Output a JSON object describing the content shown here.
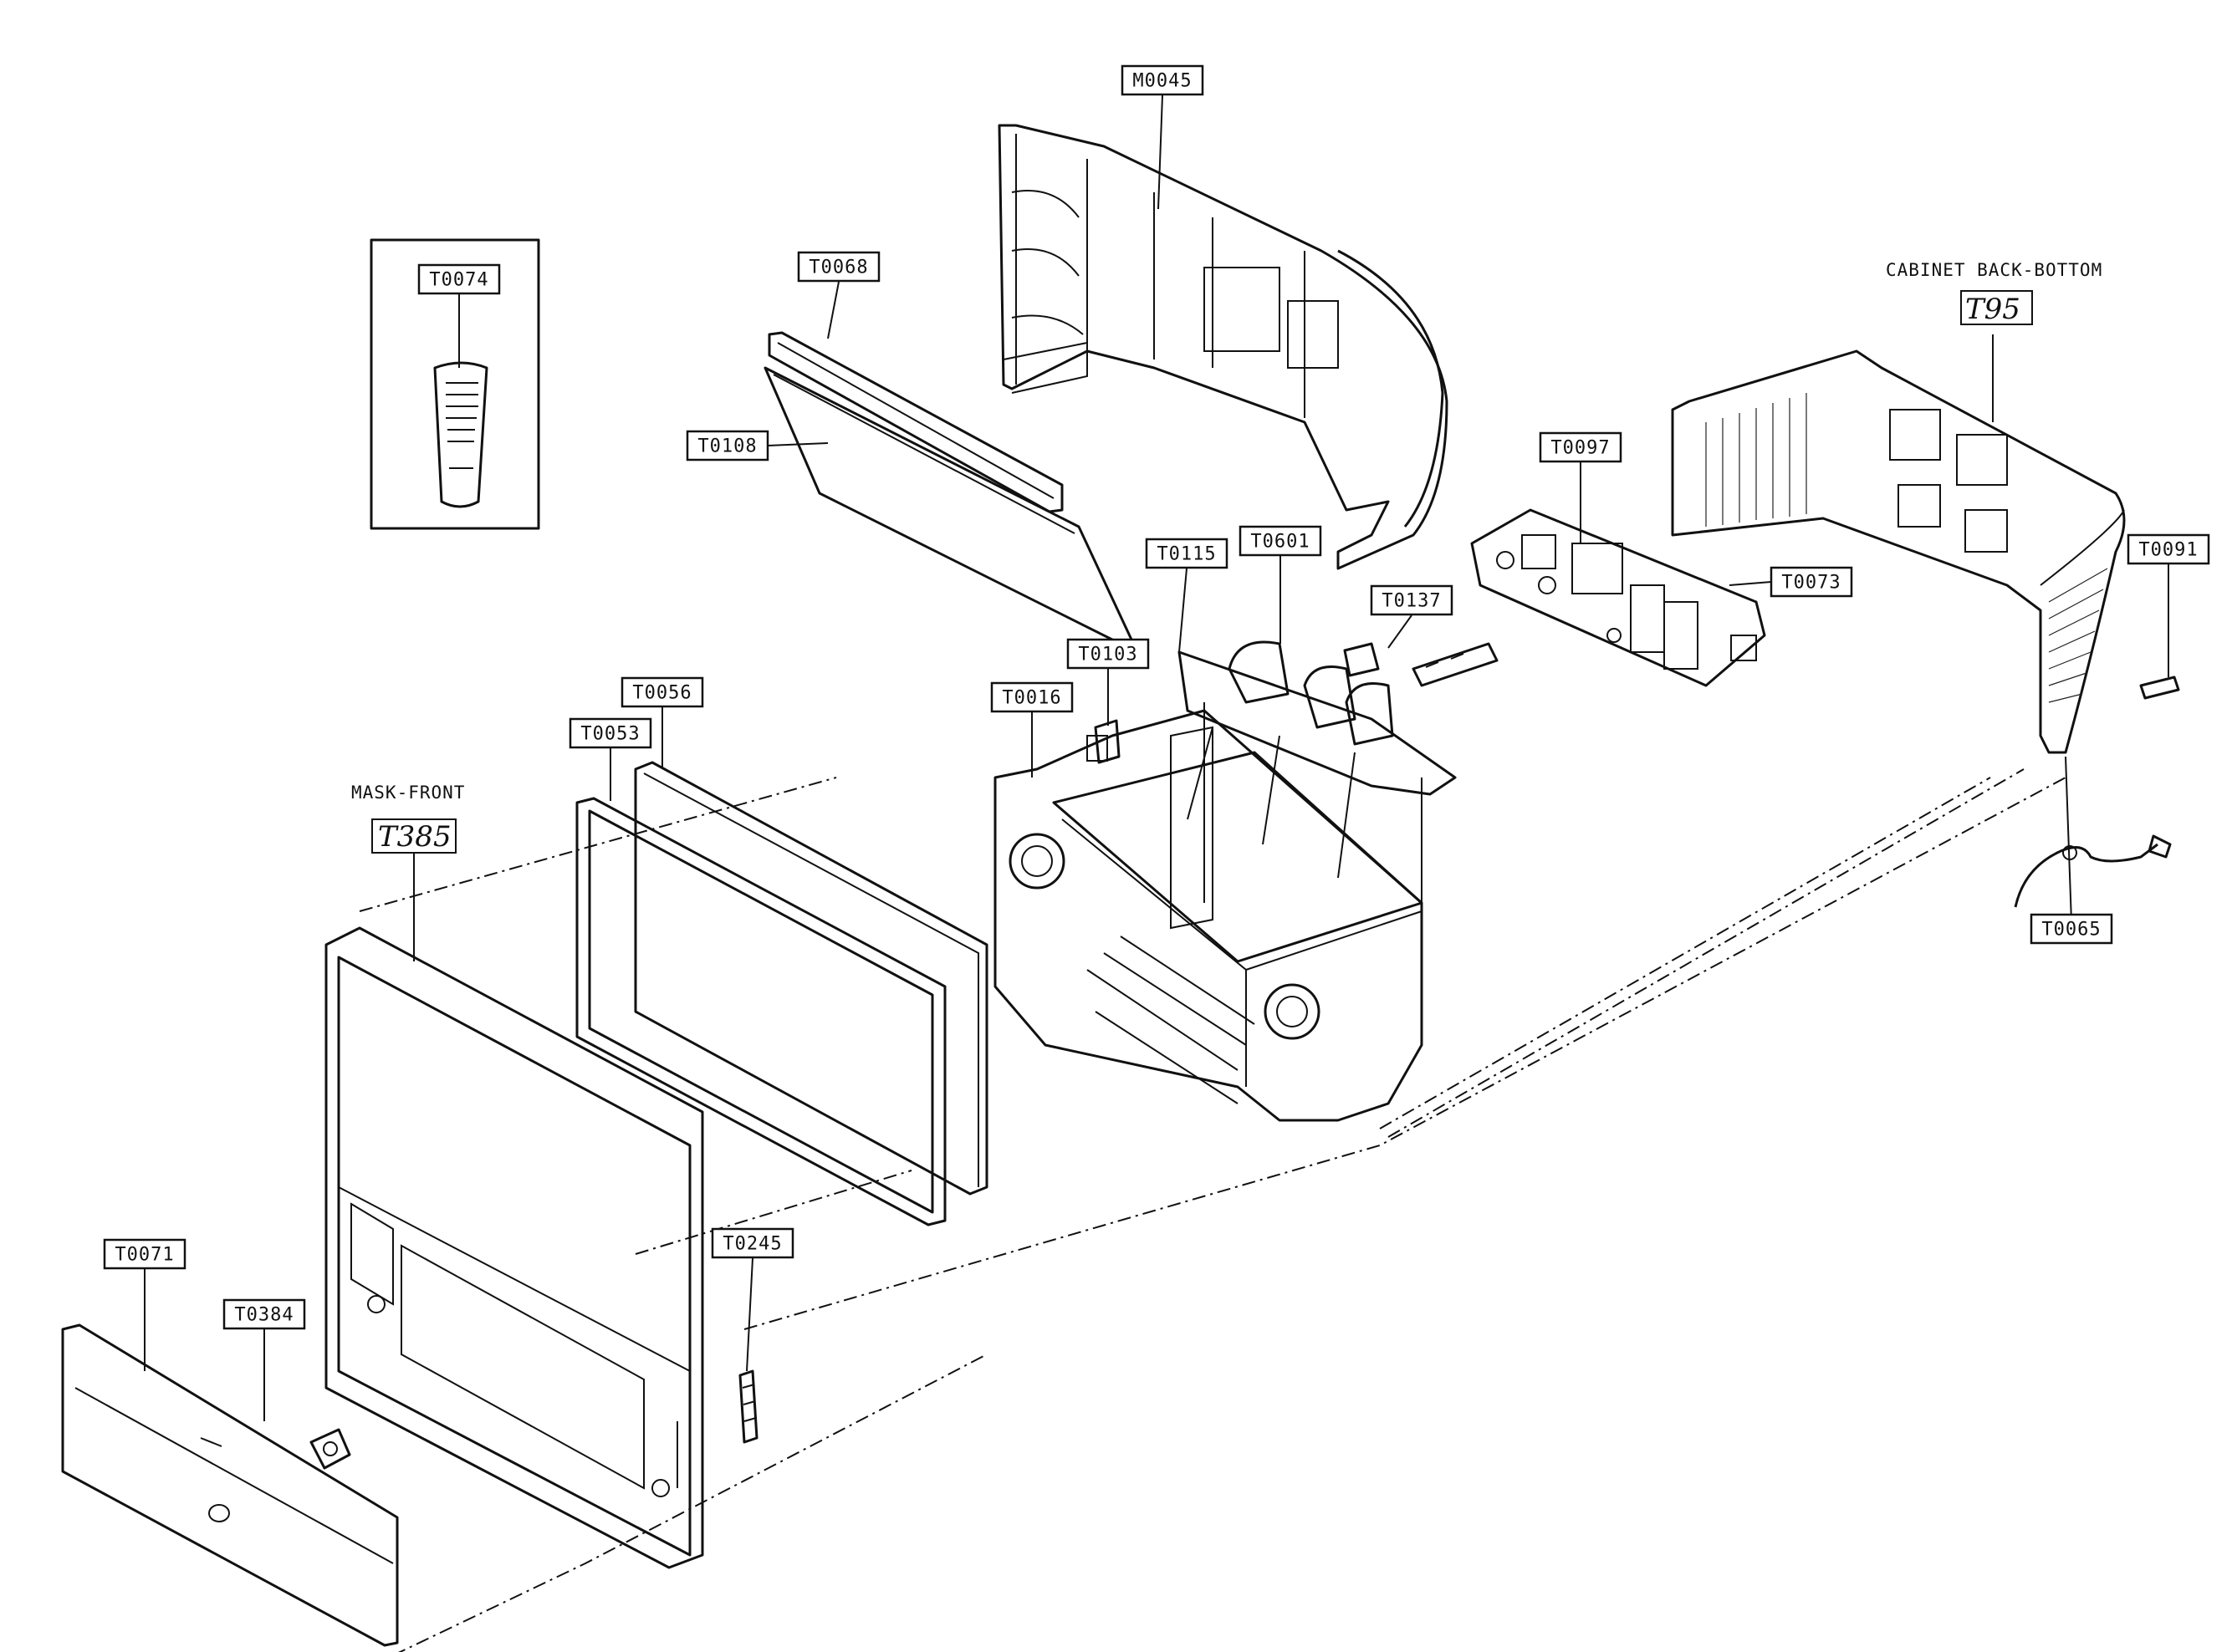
{
  "captions": {
    "mask_front": "MASK-FRONT",
    "mask_front_code": "T385",
    "cabinet_back": "CABINET BACK-BOTTOM",
    "cabinet_back_code": "T95"
  },
  "labels": [
    {
      "id": "m0045",
      "text": "M0045"
    },
    {
      "id": "t0074",
      "text": "T0074"
    },
    {
      "id": "t0068",
      "text": "T0068"
    },
    {
      "id": "t0108",
      "text": "T0108"
    },
    {
      "id": "t0097",
      "text": "T0097"
    },
    {
      "id": "t0601",
      "text": "T0601"
    },
    {
      "id": "t0115",
      "text": "T0115"
    },
    {
      "id": "t0137",
      "text": "T0137"
    },
    {
      "id": "t0073",
      "text": "T0073"
    },
    {
      "id": "t0091",
      "text": "T0091"
    },
    {
      "id": "t0103",
      "text": "T0103"
    },
    {
      "id": "t0016",
      "text": "T0016"
    },
    {
      "id": "t0056",
      "text": "T0056"
    },
    {
      "id": "t0053",
      "text": "T0053"
    },
    {
      "id": "t0065",
      "text": "T0065"
    },
    {
      "id": "t0245",
      "text": "T0245"
    },
    {
      "id": "t0071",
      "text": "T0071"
    },
    {
      "id": "t0384",
      "text": "T0384"
    }
  ]
}
